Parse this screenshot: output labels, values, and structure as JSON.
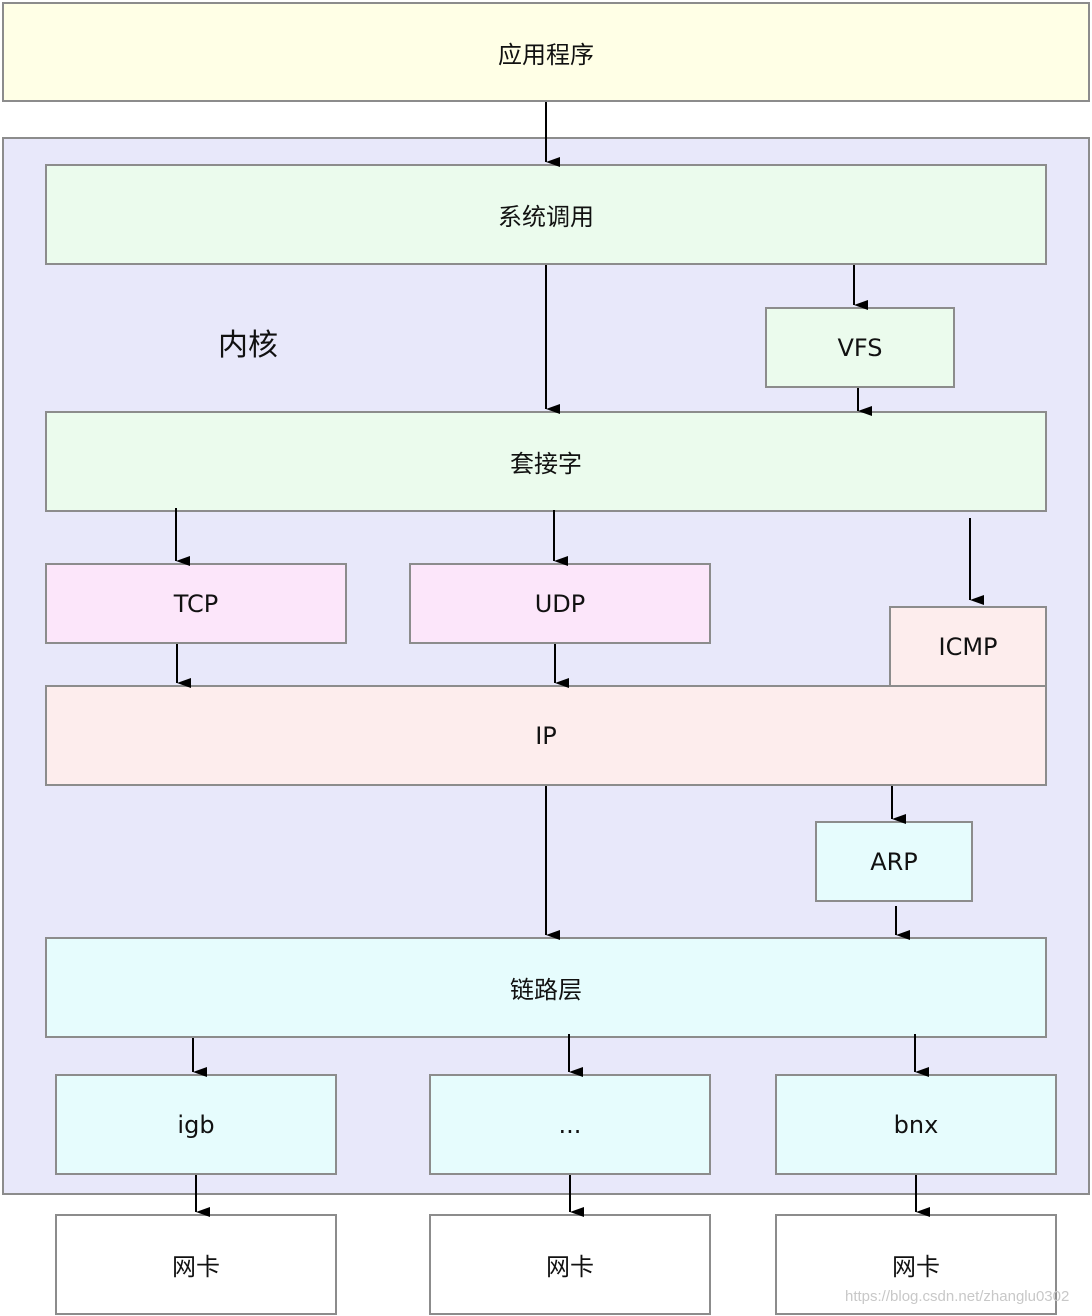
{
  "app": {
    "label": "应用程序"
  },
  "kernel": {
    "label": "内核"
  },
  "syscall": {
    "label": "系统调用"
  },
  "vfs": {
    "label": "VFS"
  },
  "socket": {
    "label": "套接字"
  },
  "tcp": {
    "label": "TCP"
  },
  "udp": {
    "label": "UDP"
  },
  "icmp": {
    "label": "ICMP"
  },
  "ip": {
    "label": "IP"
  },
  "arp": {
    "label": "ARP"
  },
  "link": {
    "label": "链路层"
  },
  "drivers": [
    {
      "label": "igb"
    },
    {
      "label": "..."
    },
    {
      "label": "bnx"
    }
  ],
  "nics": [
    {
      "label": "网卡"
    },
    {
      "label": "网卡"
    },
    {
      "label": "网卡"
    }
  ],
  "watermark": "https://blog.csdn.net/zhanglu0302",
  "colors": {
    "app": "#ffffe6",
    "kernel": "#e8e8fa",
    "green": "#ebfbed",
    "pink": "#fce6fa",
    "salmon": "#fdeded",
    "cyan": "#e6fcfd",
    "white": "#ffffff",
    "border": "#8c8c8c"
  }
}
